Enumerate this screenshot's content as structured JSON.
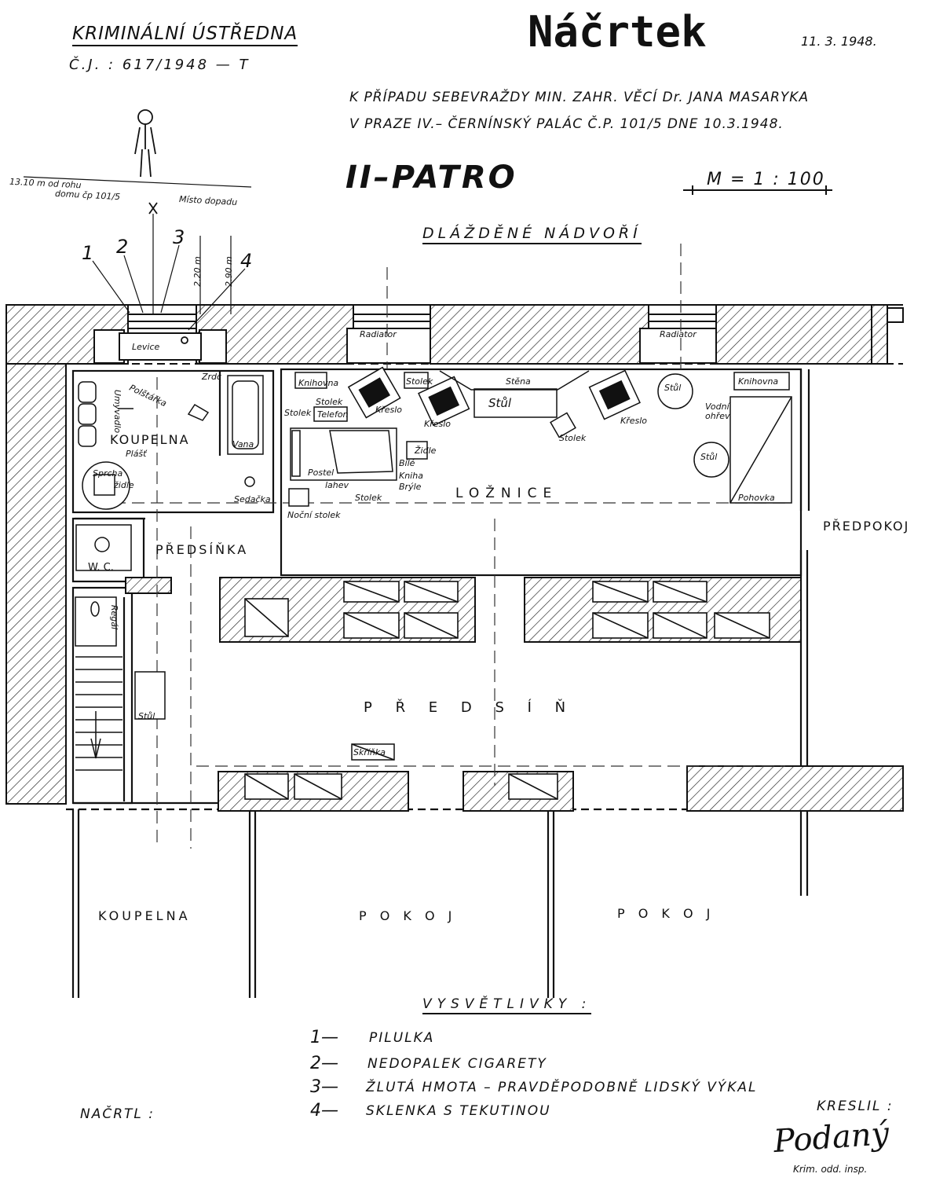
{
  "header": {
    "office": "KRIMINÁLNÍ ÚSTŘEDNA",
    "ref": "Č.J. : 617/1948 — T",
    "title": "Náčrtek",
    "date": "11. 3. 1948.",
    "subject_line1": "K PŘÍPADU SEBEVRAŽDY MIN. ZAHR. VĚCÍ Dr. JANA MASARYKA",
    "subject_line2": "V PRAZE IV.– ČERNÍNSKÝ PALÁC  Č.P. 101/5  DNE 10.3.1948.",
    "floor": "II–PATRO",
    "scale": "M = 1 : 100"
  },
  "exterior": {
    "courtyard": "DLÁŽDĚNÉ  NÁDVOŘÍ",
    "distance_note_1": "13.10 m od rohu",
    "distance_note_2": "domu čp 101/5",
    "impact_label": "Místo dopadu",
    "height_a": "2.20 m",
    "height_b": "2.90 m",
    "marker_1": "1",
    "marker_2": "2",
    "marker_3": "3",
    "marker_4": "4"
  },
  "rooms": {
    "bathroom": "KOUPELNA",
    "bedroom": "LOŽNICE",
    "vestibule": "PŘEDSÍŇKA",
    "wc": "W. C.",
    "anteroom": "PŘEDPOKOJ",
    "hall": "P Ř E D S Í Ň",
    "bathroom_2": "KOUPELNA",
    "room_1": "P O K O J",
    "room_2": "P O K O J"
  },
  "furniture": {
    "sink": "Levice",
    "radiator_1": "Radiator",
    "radiator_2": "Radiator",
    "pillow": "Polštářka",
    "mirror": "Zrdc",
    "tub": "Vana",
    "bath_robe": "Plášť",
    "shower": "Sprcha",
    "chair_bath": "židle",
    "basin": "Umyvadlo",
    "drain": "Sedačka",
    "bookcase_1": "Knihovna",
    "bookcase_2": "Knihovna",
    "stool_1": "Stolek",
    "stool_2": "Stolek",
    "stool_3": "Stolek",
    "stool_4": "Stolek",
    "telephone": "Telefon",
    "armchair_1": "Křeslo",
    "armchair_2": "Křeslo",
    "armchair_3": "Křeslo",
    "wall": "Stěna",
    "table_bedroom": "Stůl",
    "round_table_1": "Stůl",
    "round_table_2": "Stůl",
    "water_heater": "Vodní ohřev",
    "couch": "Pohovka",
    "bed": "Postel",
    "chair_bed": "Židle",
    "linen": "Bílé",
    "book": "Kniha",
    "glasses": "Brýle",
    "bottle": "lahev",
    "nightstand": "Noční stolek",
    "stool_night": "Stolek",
    "stairs_table": "Stůl",
    "cabinet": "Skříňka",
    "bath_shelf": "Regál"
  },
  "legend": {
    "title": "VYSVĚTLIVKY :",
    "items": [
      {
        "num": "1—",
        "text": "PILULKA"
      },
      {
        "num": "2—",
        "text": "NEDOPALEK CIGARETY"
      },
      {
        "num": "3—",
        "text": "ŽLUTÁ HMOTA – PRAVDĚPODOBNĚ LIDSKÝ VÝKAL"
      },
      {
        "num": "4—",
        "text": "SKLENKA S TEKUTINOU"
      }
    ]
  },
  "footer": {
    "sketched_by": "NAČRTL :",
    "drawn_by": "KRESLIL :",
    "signature": "Podaný",
    "signature_title": "Krim. odd. insp."
  }
}
